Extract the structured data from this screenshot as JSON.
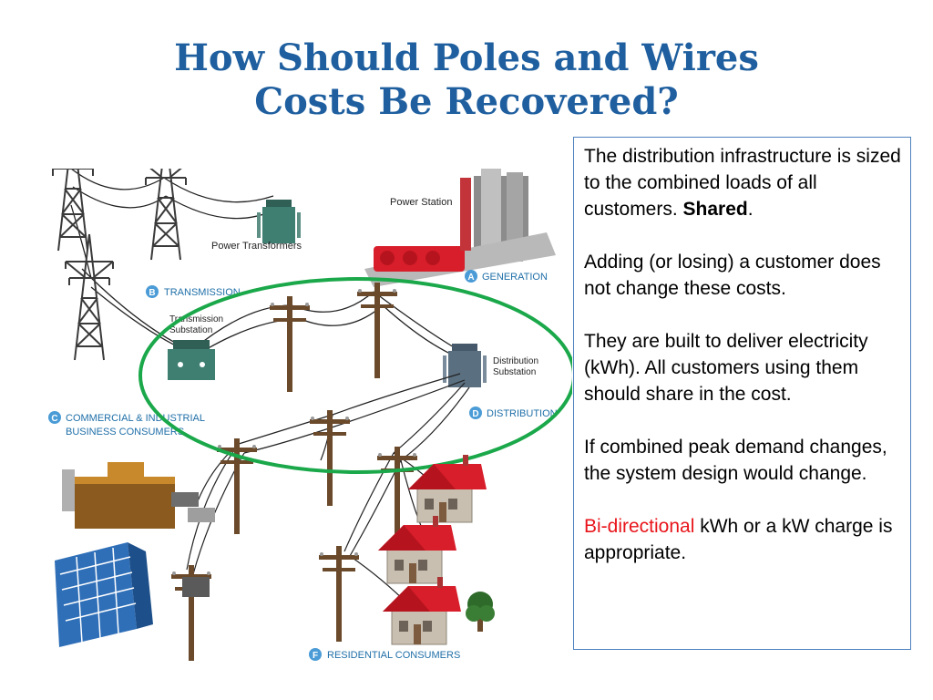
{
  "title": {
    "line1": "How Should Poles and Wires",
    "line2": "Costs Be Recovered?"
  },
  "textbox": {
    "p1_text": "The distribution infrastructure is sized to the combined loads of all customers. ",
    "p1_bold": "Shared",
    "p1_end": ".",
    "p2": "Adding (or losing) a customer does not change these costs.",
    "p3": "They are built to deliver electricity (kWh).  All customers using them should share in the cost.",
    "p4": "If combined peak demand changes, the system design would change.",
    "p5_red": "Bi-directional",
    "p5_text": " kWh or a kW charge is appropriate."
  },
  "diagram": {
    "power_station": "Power Station",
    "power_transformers": "Power Transformers",
    "generation": {
      "badge": "A",
      "label": "GENERATION"
    },
    "transmission": {
      "badge": "B",
      "label": "TRANSMISSION"
    },
    "transmission_substation": [
      "Transmission",
      "Substation"
    ],
    "distribution_substation": [
      "Distribution",
      "Substation"
    ],
    "commercial": {
      "badge": "C",
      "line1": "COMMERCIAL & INDUSTRIAL",
      "line2": "BUSINESS CONSUMERS"
    },
    "distribution": {
      "badge": "D",
      "label": "DISTRIBUTION"
    },
    "residential": {
      "badge": "F",
      "label": "RESIDENTIAL CONSUMERS"
    }
  },
  "colors": {
    "title": "#1f5f9f",
    "badge": "#4a9bd6",
    "label_blue": "#1f6fa8",
    "highlight_ellipse": "#1aa84a",
    "roof_red": "#d81e2a",
    "emphasis_red": "#e8151b"
  }
}
